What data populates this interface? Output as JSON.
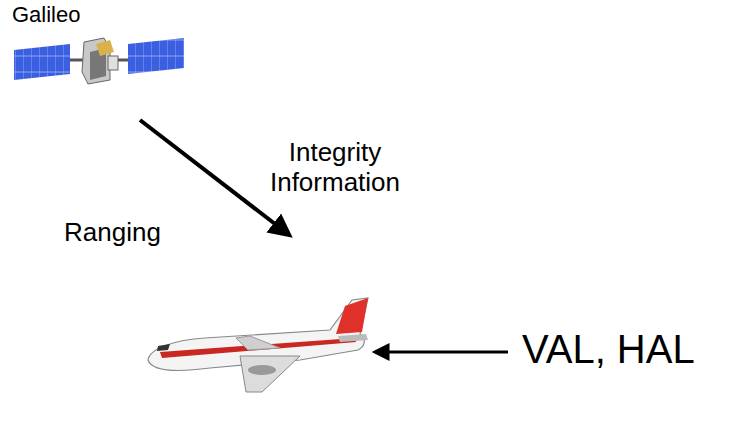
{
  "diagram": {
    "labels": [
      "Galileo",
      "Ranging",
      "Integrity Information",
      "VAL, HAL"
    ]
  }
}
